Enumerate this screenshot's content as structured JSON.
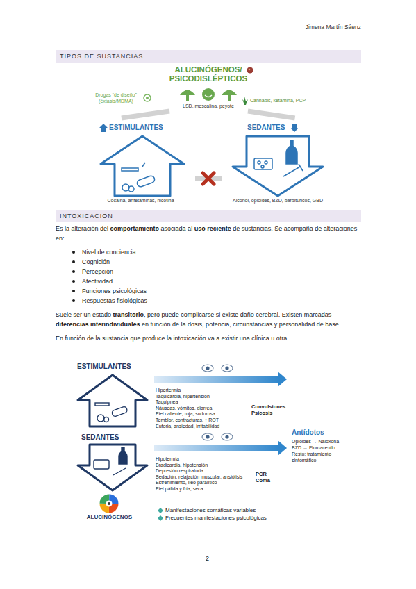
{
  "diagram": {
    "nodes": [
      {
        "text": [
          "TIPOS DE SUSTANCIAS"
        ]
      },
      {
        "text": [
          "ALUCINÓGENOS/ PSICODISLÉPTICOS",
          "LSD, mescalina, peyote"
        ]
      },
      {
        "text": [
          "ESTIMULANTES",
          "Cocaína, anfetaminas, nicotina"
        ]
      },
      {
        "text": [
          "SEDANTES",
          "Alcohol, opioides, BZD, barbitúricos, GBD"
        ]
      },
      {
        "text": [
          "INTOXICACIÓN"
        ]
      },
      {
        "text": [
          "ESTIMULANTES"
        ]
      },
      {
        "text": [
          "SEDANTES"
        ]
      },
      {
        "text": [
          "Antídotos",
          "Opioides → Naloxona",
          "BZD → Flumacenilo",
          "Resto: tratamiento sintomático"
        ]
      },
      {
        "text": [
          "ALUCINÓGENOS"
        ]
      }
    ],
    "edges": [
      {
        "from": 1,
        "to": 2,
        "arrow": "none"
      },
      {
        "from": 1,
        "to": 3,
        "arrow": "none"
      },
      {
        "from": 2,
        "to": 3,
        "arrow": "none"
      }
    ],
    "labels": [
      "Jimena Martín Sáenz",
      "Drogas “de diseño” (éxtasis/MDMA)",
      "Cannabis, ketamina, PCP",
      "Es la alteración del",
      "comportamiento",
      "asociada al",
      "uso reciente",
      "de sustancias. Se acompaña de alteraciones en:",
      "Nivel de conciencia",
      "Cognición",
      "Percepción",
      "Afectividad",
      "Funciones psicológicas",
      "Respuestas fisiológicas",
      "Suele ser un estado",
      "transitorio",
      ", pero puede complicarse si existe daño cerebral. Existen marcadas",
      "diferencias interindividuales",
      "en función de la dosis, potencia, circunstancias y personalidad de base.",
      "En función de la sustancia que produce la intoxicación va a existir una clínica u otra.",
      "Hipertermia",
      "Taquicardia, hipertensión",
      "Taquipnea",
      "Náuseas, vómitos, diarrea",
      "Piel caliente, roja, sudorosa",
      "Temblor, contracturas, ↑ ROT",
      "Euforia, ansiedad, irritabilidad",
      "Convulsiones",
      "Psicosis",
      "Hipotermia",
      "Bradicardia, hipotensión",
      "Depresión respiratoria",
      "Sedación, relajación muscular, ansiólisis",
      "Estreñimiento, íleo paralítico",
      "Piel pálida y fría, seca",
      "PCR",
      "Coma",
      "Manifestaciones somáticas variables",
      "Frecuentes manifestaciones psicológicas",
      "2"
    ]
  }
}
